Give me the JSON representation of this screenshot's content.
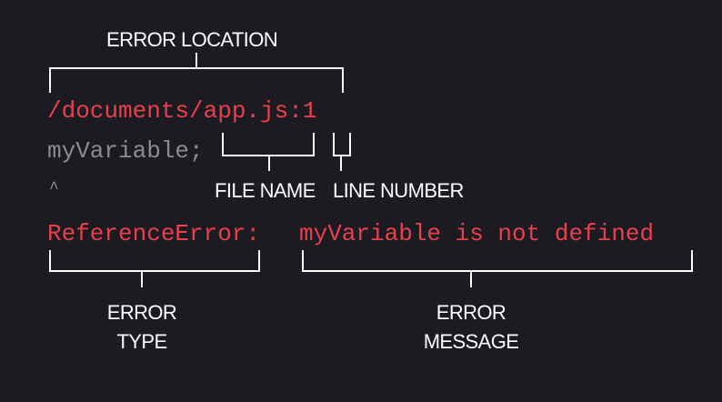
{
  "colors": {
    "background": "#1c1b22",
    "error_red": "#e8404c",
    "dim_code": "#8b8a92",
    "label_text": "#ffffff",
    "bracket": "#ffffff"
  },
  "code": {
    "location_line": "/documents/app.js:1",
    "source_line": "myVariable;",
    "caret": "^",
    "error_type": "ReferenceError:",
    "error_message": "myVariable is not defined"
  },
  "labels": {
    "error_location": "ERROR LOCATION",
    "file_name": "FILE NAME",
    "line_number": "LINE NUMBER",
    "error_type_line1": "ERROR",
    "error_type_line2": "TYPE",
    "error_message_line1": "ERROR",
    "error_message_line2": "MESSAGE"
  }
}
